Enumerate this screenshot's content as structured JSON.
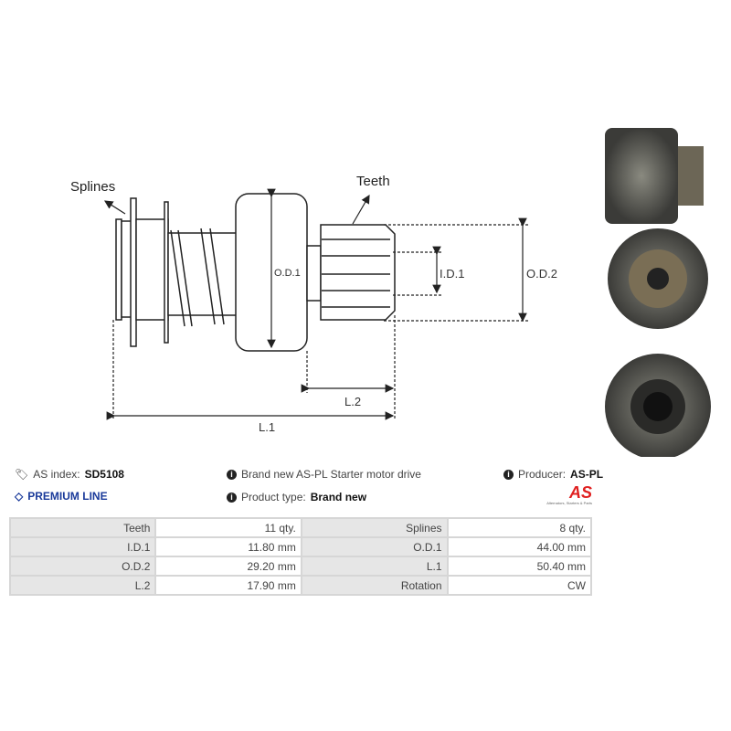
{
  "diagram": {
    "splines": "Splines",
    "teeth": "Teeth",
    "od1": "O.D.1",
    "id1": "I.D.1",
    "od2": "O.D.2",
    "l2": "L.2",
    "l1": "L.1"
  },
  "info": {
    "as_index_label": "AS index:",
    "as_index": "SD5108",
    "premium": "PREMIUM LINE",
    "desc": "Brand new AS-PL Starter motor drive",
    "type_label": "Product type:",
    "type": "Brand new",
    "producer_label": "Producer:",
    "producer": "AS-PL",
    "logo": "AS",
    "logo_sub": "Alternators, Starters & Parts"
  },
  "specs": [
    [
      "Teeth",
      "11 qty.",
      "Splines",
      "8 qty."
    ],
    [
      "I.D.1",
      "11.80 mm",
      "O.D.1",
      "44.00 mm"
    ],
    [
      "O.D.2",
      "29.20 mm",
      "L.1",
      "50.40 mm"
    ],
    [
      "L.2",
      "17.90 mm",
      "Rotation",
      "CW"
    ]
  ]
}
